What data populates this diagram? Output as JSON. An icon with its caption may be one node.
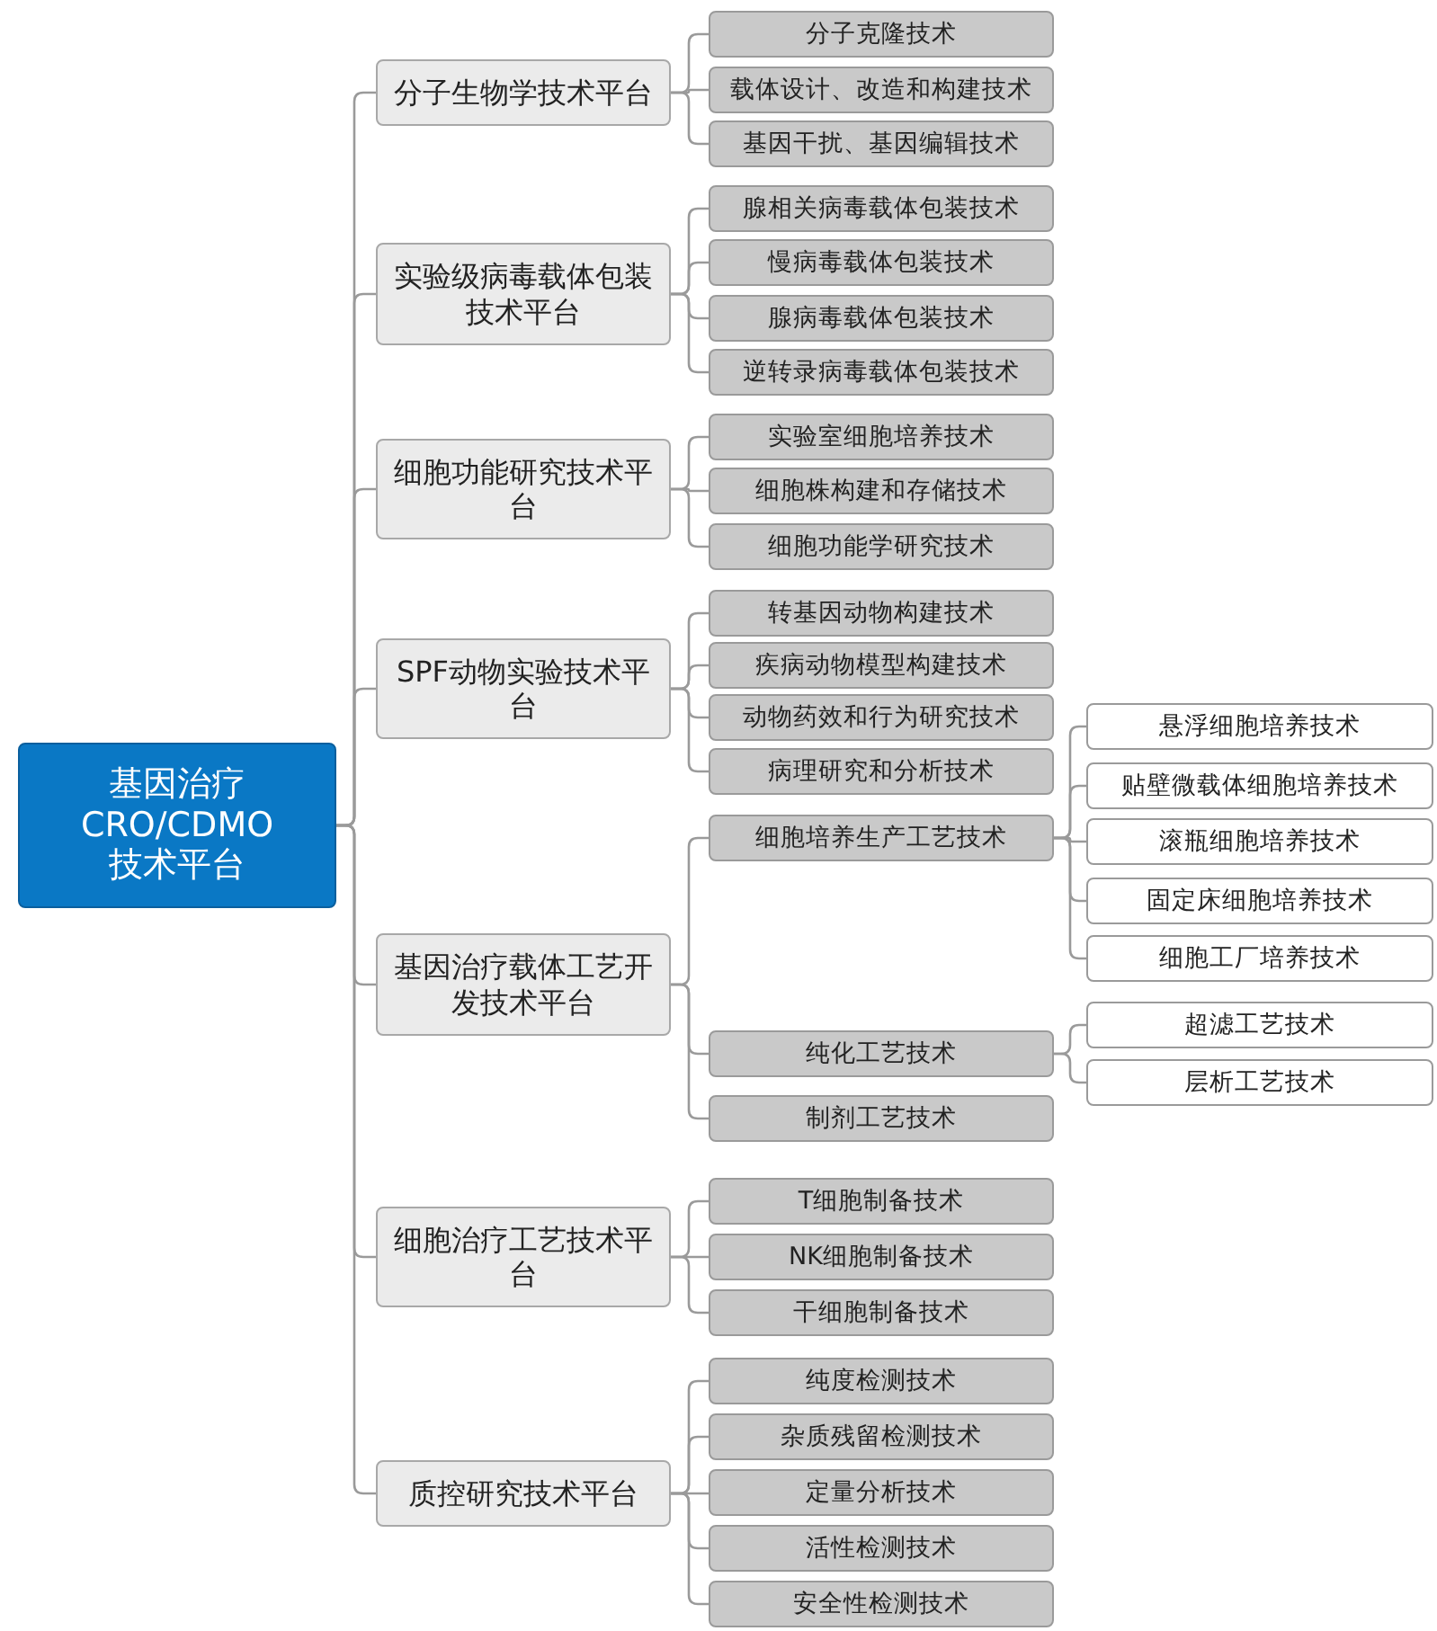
{
  "diagram": {
    "nodes": [
      {
        "text": [
          "基因治疗CRO/CDMO技术平台"
        ]
      },
      {
        "text": [
          "分子生物学技术平台"
        ]
      },
      {
        "text": [
          "分子克隆技术"
        ]
      },
      {
        "text": [
          "载体设计、改造和构建技术"
        ]
      },
      {
        "text": [
          "基因干扰、基因编辑技术"
        ]
      },
      {
        "text": [
          "实验级病毒载体包装技术平台"
        ]
      },
      {
        "text": [
          "腺相关病毒载体包装技术"
        ]
      },
      {
        "text": [
          "慢病毒载体包装技术"
        ]
      },
      {
        "text": [
          "腺病毒载体包装技术"
        ]
      },
      {
        "text": [
          "逆转录病毒载体包装技术"
        ]
      },
      {
        "text": [
          "细胞功能研究技术平台"
        ]
      },
      {
        "text": [
          "实验室细胞培养技术"
        ]
      },
      {
        "text": [
          "细胞株构建和存储技术"
        ]
      },
      {
        "text": [
          "细胞功能学研究技术"
        ]
      },
      {
        "text": [
          "SPF动物实验技术平台"
        ]
      },
      {
        "text": [
          "转基因动物构建技术"
        ]
      },
      {
        "text": [
          "疾病动物模型构建技术"
        ]
      },
      {
        "text": [
          "动物药效和行为研究技术"
        ]
      },
      {
        "text": [
          "病理研究和分析技术"
        ]
      },
      {
        "text": [
          "基因治疗载体工艺开发技术平台"
        ]
      },
      {
        "text": [
          "细胞培养生产工艺技术"
        ]
      },
      {
        "text": [
          "悬浮细胞培养技术"
        ]
      },
      {
        "text": [
          "贴壁微载体细胞培养技术"
        ]
      },
      {
        "text": [
          "滚瓶细胞培养技术"
        ]
      },
      {
        "text": [
          "固定床细胞培养技术"
        ]
      },
      {
        "text": [
          "细胞工厂培养技术"
        ]
      },
      {
        "text": [
          "纯化工艺技术"
        ]
      },
      {
        "text": [
          "超滤工艺技术"
        ]
      },
      {
        "text": [
          "层析工艺技术"
        ]
      },
      {
        "text": [
          "制剂工艺技术"
        ]
      },
      {
        "text": [
          "细胞治疗工艺技术平台"
        ]
      },
      {
        "text": [
          "T细胞制备技术"
        ]
      },
      {
        "text": [
          "NK细胞制备技术"
        ]
      },
      {
        "text": [
          "干细胞制备技术"
        ]
      },
      {
        "text": [
          "质控研究技术平台"
        ]
      },
      {
        "text": [
          "纯度检测技术"
        ]
      },
      {
        "text": [
          "杂质残留检测技术"
        ]
      },
      {
        "text": [
          "定量分析技术"
        ]
      },
      {
        "text": [
          "活性检测技术"
        ]
      },
      {
        "text": [
          "安全性检测技术"
        ]
      }
    ],
    "edges": [
      {
        "from": 0,
        "to": 1,
        "arrow": "none"
      },
      {
        "from": 0,
        "to": 5,
        "arrow": "none"
      },
      {
        "from": 0,
        "to": 10,
        "arrow": "none"
      },
      {
        "from": 0,
        "to": 14,
        "arrow": "none"
      },
      {
        "from": 0,
        "to": 19,
        "arrow": "none"
      },
      {
        "from": 0,
        "to": 30,
        "arrow": "none"
      },
      {
        "from": 0,
        "to": 34,
        "arrow": "none"
      },
      {
        "from": 1,
        "to": 2,
        "arrow": "none"
      },
      {
        "from": 1,
        "to": 3,
        "arrow": "none"
      },
      {
        "from": 1,
        "to": 4,
        "arrow": "none"
      },
      {
        "from": 5,
        "to": 6,
        "arrow": "none"
      },
      {
        "from": 5,
        "to": 7,
        "arrow": "none"
      },
      {
        "from": 5,
        "to": 8,
        "arrow": "none"
      },
      {
        "from": 5,
        "to": 9,
        "arrow": "none"
      },
      {
        "from": 10,
        "to": 11,
        "arrow": "none"
      },
      {
        "from": 10,
        "to": 12,
        "arrow": "none"
      },
      {
        "from": 10,
        "to": 13,
        "arrow": "none"
      },
      {
        "from": 14,
        "to": 15,
        "arrow": "none"
      },
      {
        "from": 14,
        "to": 16,
        "arrow": "none"
      },
      {
        "from": 14,
        "to": 17,
        "arrow": "none"
      },
      {
        "from": 14,
        "to": 18,
        "arrow": "none"
      },
      {
        "from": 19,
        "to": 20,
        "arrow": "none"
      },
      {
        "from": 19,
        "to": 26,
        "arrow": "none"
      },
      {
        "from": 19,
        "to": 29,
        "arrow": "none"
      },
      {
        "from": 20,
        "to": 21,
        "arrow": "none"
      },
      {
        "from": 20,
        "to": 22,
        "arrow": "none"
      },
      {
        "from": 20,
        "to": 23,
        "arrow": "none"
      },
      {
        "from": 20,
        "to": 24,
        "arrow": "none"
      },
      {
        "from": 20,
        "to": 25,
        "arrow": "none"
      },
      {
        "from": 26,
        "to": 27,
        "arrow": "none"
      },
      {
        "from": 26,
        "to": 28,
        "arrow": "none"
      },
      {
        "from": 30,
        "to": 31,
        "arrow": "none"
      },
      {
        "from": 30,
        "to": 32,
        "arrow": "none"
      },
      {
        "from": 30,
        "to": 33,
        "arrow": "none"
      },
      {
        "from": 34,
        "to": 35,
        "arrow": "none"
      },
      {
        "from": 34,
        "to": 36,
        "arrow": "none"
      },
      {
        "from": 34,
        "to": 37,
        "arrow": "none"
      },
      {
        "from": 34,
        "to": 38,
        "arrow": "none"
      },
      {
        "from": 34,
        "to": 39,
        "arrow": "none"
      }
    ]
  }
}
